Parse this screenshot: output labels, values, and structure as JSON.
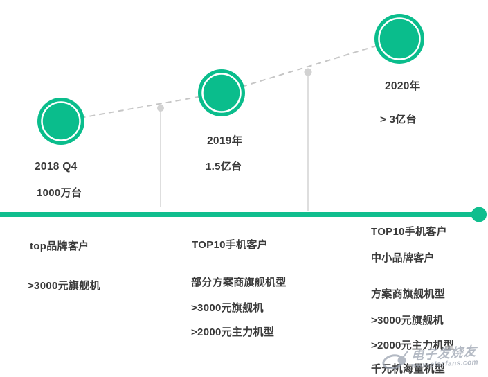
{
  "colors": {
    "accent": "#0abd8c",
    "bar": "#10be8e",
    "connector": "#c6c6c6",
    "guide": "#dedede",
    "guide_dot": "#d2d2d2",
    "text": "#3a3a3a",
    "watermark": "#98a0ae"
  },
  "chart_data": {
    "type": "line",
    "title": "",
    "categories": [
      "2018 Q4",
      "2019年",
      "2020年"
    ],
    "values_label": [
      "1000万台",
      "1.5亿台",
      "> 3亿台"
    ],
    "legend_position": "none",
    "grid": false
  },
  "milestones": [
    {
      "year": "2018 Q4",
      "volume": "1000万台",
      "notes": [
        "top品牌客户",
        ">3000元旗舰机"
      ]
    },
    {
      "year": "2019年",
      "volume": "1.5亿台",
      "notes": [
        "TOP10手机客户",
        "部分方案商旗舰机型",
        ">3000元旗舰机",
        ">2000元主力机型"
      ]
    },
    {
      "year": "2020年",
      "volume": "> 3亿台",
      "notes": [
        "TOP10手机客户",
        "中小品牌客户",
        "方案商旗舰机型",
        ">3000元旗舰机",
        ">2000元主力机型",
        "千元机海量机型"
      ]
    }
  ],
  "watermark": {
    "name": "电子发烧友",
    "site": "www.elecfans.com"
  }
}
